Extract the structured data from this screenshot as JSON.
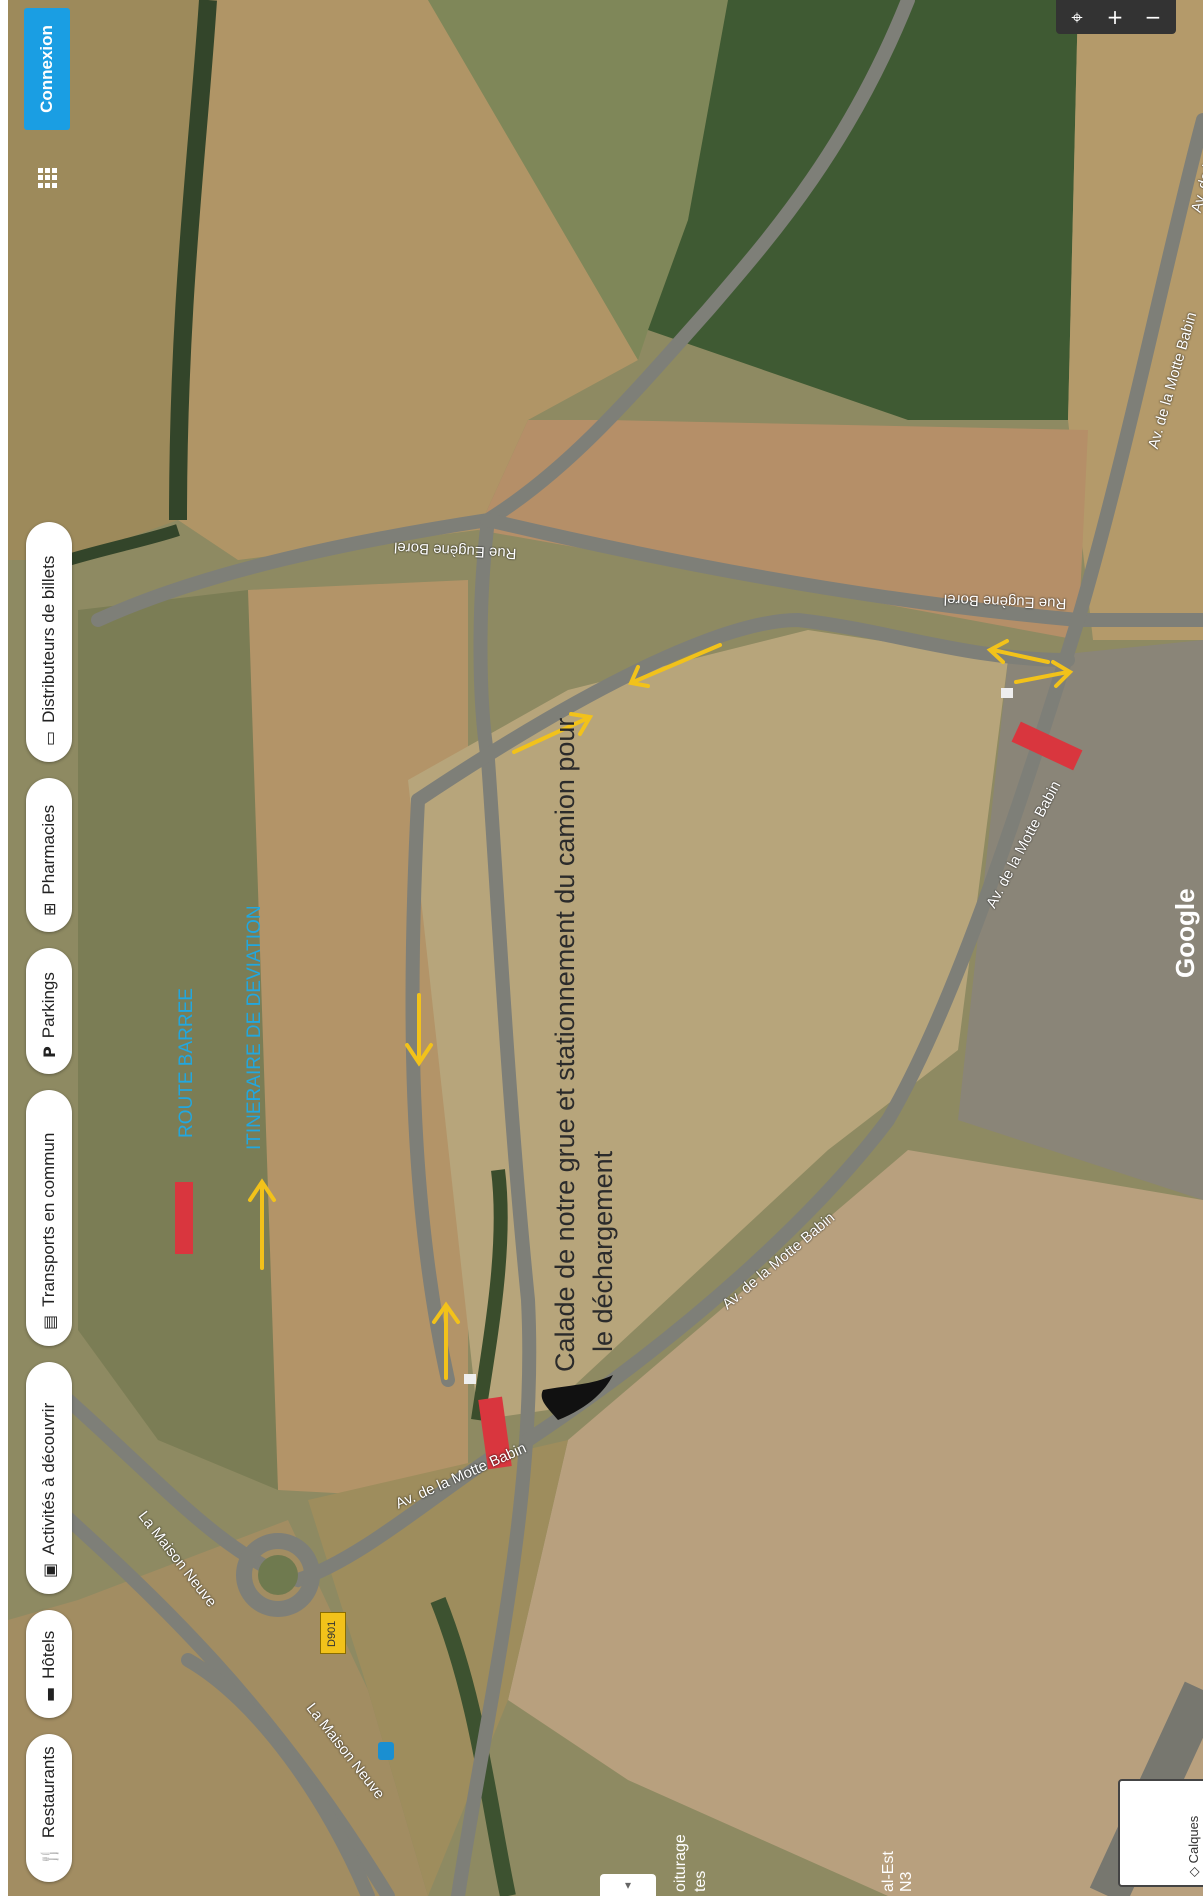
{
  "top_bar": {
    "connexion_label": "Connexion"
  },
  "categories": [
    {
      "icon": "restaurant-icon",
      "label": "Restaurants"
    },
    {
      "icon": "hotel-icon",
      "label": "Hôtels"
    },
    {
      "icon": "camera-icon",
      "label": "Activités à découvrir"
    },
    {
      "icon": "bus-icon",
      "label": "Transports en commun"
    },
    {
      "icon": "parking-icon",
      "label": "Parkings"
    },
    {
      "icon": "pharmacy-icon",
      "label": "Pharmacies"
    },
    {
      "icon": "ticket-icon",
      "label": "Distributeurs de billets"
    }
  ],
  "map_controls": {
    "zoom_in": "+",
    "zoom_out": "−"
  },
  "calques_label": "Calques",
  "attribution": "Google",
  "legend": {
    "closed_road_label": "ROUTE BARREE",
    "detour_label": "ITINERAIRE DE DEVIATION",
    "closed_road_color": "#d9363e",
    "detour_color": "#f2c21a"
  },
  "annotation": {
    "line1": "Calade de notre grue et stationnement du camion pour",
    "line2": "le déchargement"
  },
  "road_labels": {
    "rue_eugene_borel_1": "Rue Eugène Borel",
    "rue_eugene_borel_2": "Rue Eugène Borel",
    "av_motte_babin_1": "Av. de la Motte Babin",
    "av_motte_babin_2": "Av. de la Motte Babin",
    "av_motte_babin_3": "Av. de la Motte Babin",
    "av_motte_babin_4": "Av. de la Motte Babin",
    "av_motte_babin_5": "Av. de la Mo",
    "la_maison_neuve_1": "La Maison Neuve",
    "la_maison_neuve_2": "La Maison Neuve",
    "route_shield": "D901"
  },
  "edge_text": {
    "covoiturage": "oiturage",
    "covoiturage_2": "tes",
    "est": "al-Est",
    "n3": "N3"
  }
}
